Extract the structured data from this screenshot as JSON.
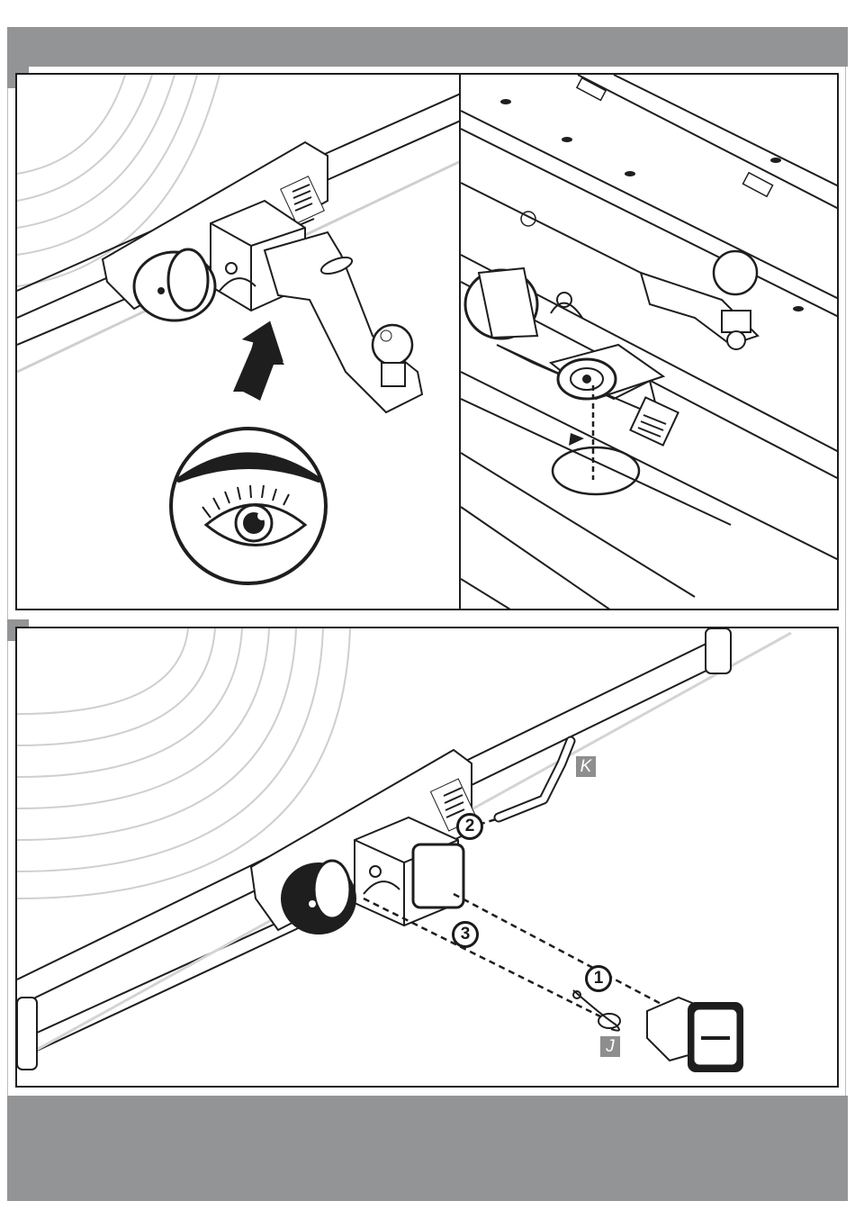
{
  "page": {
    "colors": {
      "band": "#939495",
      "line": "#1e1e1e",
      "ghost": "#c9c9c9"
    }
  },
  "step1": {
    "left_panel": {
      "arrow_icon": "up-arrow-icon",
      "eye_icon": "inspect-eye-icon"
    },
    "right_panel": {
      "rotate_icon": "rotate-arrow-icon"
    }
  },
  "step2": {
    "parts": {
      "K": "K",
      "J": "J"
    },
    "sequence": [
      "1",
      "2",
      "3"
    ]
  }
}
